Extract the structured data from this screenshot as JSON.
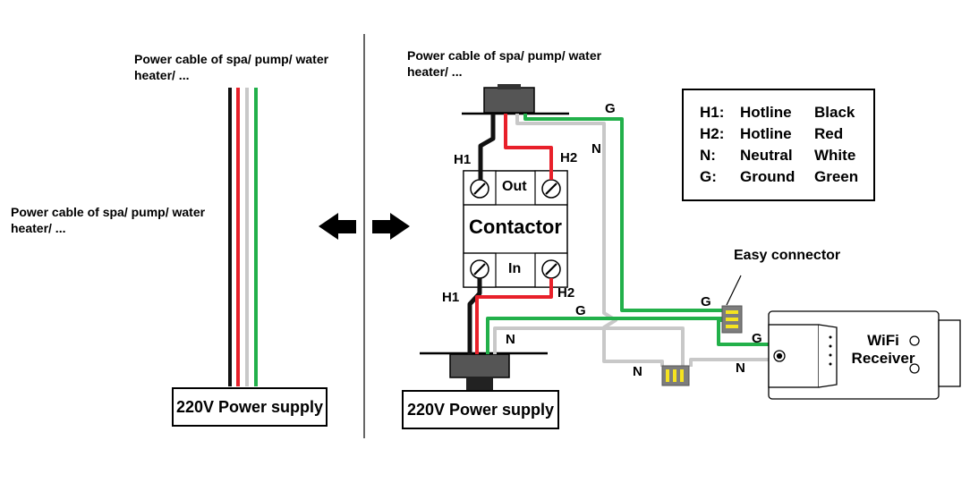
{
  "left_panel": {
    "cable_top_label_line1": "Power cable of spa/ pump/ water",
    "cable_top_label_line2": "heater/ ...",
    "cable_side_label_line1": "Power cable of spa/ pump/ water",
    "cable_side_label_line2": "heater/ ...",
    "power_supply": "220V Power supply"
  },
  "right_panel": {
    "cable_top_label_line1": "Power cable of spa/ pump/ water",
    "cable_top_label_line2": "heater/ ...",
    "power_supply": "220V Power supply",
    "contactor": {
      "title": "Contactor",
      "out_label": "Out",
      "in_label": "In"
    },
    "wire_labels": {
      "h1_top": "H1",
      "h2_top": "H2",
      "h1_bottom": "H1",
      "h2_bottom": "H2",
      "g_top": "G",
      "n_top": "N",
      "g_connector": "G",
      "g_bottom": "G",
      "n_bottom": "N",
      "n_lower": "N",
      "g_receiver": "G",
      "n_receiver": "N"
    },
    "easy_connector_label": "Easy connector",
    "receiver": {
      "line1": "WiFi",
      "line2": "Receiver"
    }
  },
  "legend": {
    "rows": [
      {
        "key": "H1:",
        "type": "Hotline",
        "color": "Black"
      },
      {
        "key": "H2:",
        "type": "Hotline",
        "color": "Red"
      },
      {
        "key": "N:",
        "type": "Neutral",
        "color": "White"
      },
      {
        "key": "G:",
        "type": "Ground",
        "color": "Green"
      }
    ]
  },
  "colors": {
    "hotline_black": "#111111",
    "hotline_red": "#e8202a",
    "neutral_gray": "#c8c8c8",
    "ground_green": "#22b04a",
    "connector_gray": "#7d7d7d",
    "connector_slot": "#f5e320"
  }
}
